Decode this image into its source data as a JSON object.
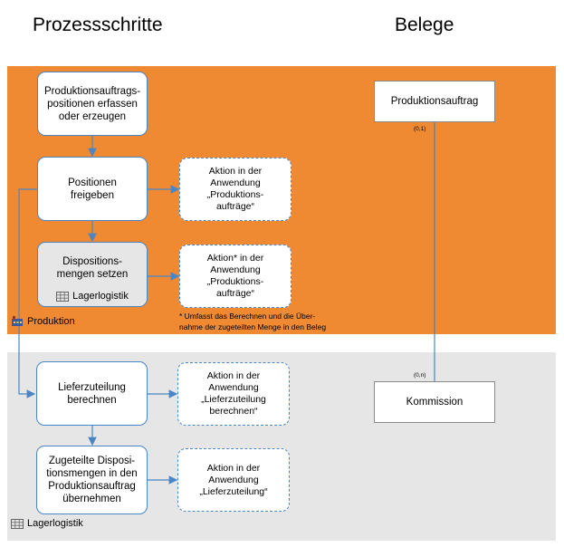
{
  "headers": {
    "process_steps": "Prozessschritte",
    "documents": "Belege"
  },
  "steps": {
    "step1": "Produktionsauftrags-\npositionen erfassen\noder erzeugen",
    "step2": "Positionen\nfreigeben",
    "step3": "Dispositions-\nmengen setzen",
    "step3_tag": "Lagerlogistik",
    "step4": "Lieferzuteilung\nberechnen",
    "step5": "Zugeteilte Disposi-\ntionsmengen in den\nProduktionsauftrag\nübernehmen"
  },
  "actions": {
    "action1": "Aktion in der\nAnwendung\n„Produktions-\naufträge“",
    "action2": "Aktion* in der\nAnwendung\n„Produktions-\naufträge“",
    "action3": "Aktion in der\nAnwendung\n„Lieferzuteilung\nberechnen“",
    "action4": "Aktion in der\nAnwendung\n„Lieferzuteilung“"
  },
  "footnote": "*  Umfasst das Berechnen und die Über-\n    nahme der zugeteilten Menge in den Beleg",
  "lanes": {
    "production": "Produktion",
    "logistics": "Lagerlogistik"
  },
  "documents": {
    "production_order": "Produktionsauftrag",
    "production_order_card": "(0,1)",
    "commission": "Kommission",
    "commission_card": "(0,n)"
  },
  "colors": {
    "orange_band": "#f08a32",
    "grey_band": "#e6e6e6",
    "connector_blue": "#4a86c5"
  },
  "icons": {
    "production_lane": "factory-icon",
    "logistics_lane": "warehouse-grid-icon"
  }
}
